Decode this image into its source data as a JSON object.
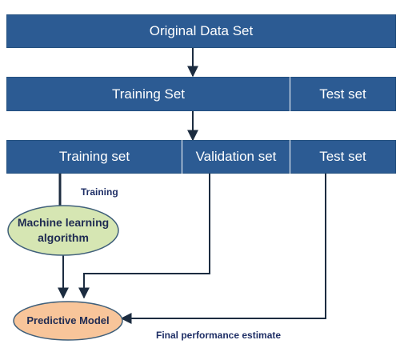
{
  "boxes": {
    "original": "Original Data Set",
    "training_set_top": "Training Set",
    "test_set_top": "Test set",
    "training_set": "Training set",
    "validation_set": "Validation set",
    "test_set": "Test set"
  },
  "nodes": {
    "ml_algorithm": "Machine learning algorithm",
    "predictive_model": "Predictive Model"
  },
  "labels": {
    "training": "Training",
    "final_estimate": "Final performance estimate"
  },
  "colors": {
    "box_fill": "#2c5b93",
    "box_text": "#ffffff",
    "oval_green": "#d6e6b3",
    "oval_orange": "#f8c59a",
    "arrow": "#1c2c40",
    "note_text": "#1f2f66"
  }
}
